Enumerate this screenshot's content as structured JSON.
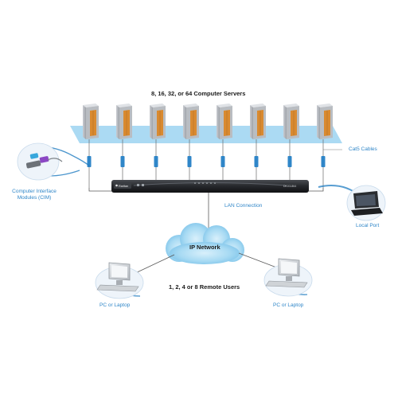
{
  "labels": {
    "servers_title": "8, 16, 32, or 64 Computer Servers",
    "cat5_cables": "Cat5 Cables",
    "cim_line1": "Computer Interface",
    "cim_line2": "Modules (CIM)",
    "lan_connection": "LAN Connection",
    "local_port": "Local Port",
    "ip_network": "IP Network",
    "remote_users": "1, 2, 4 or 8 Remote Users",
    "pc_left": "PC or Laptop",
    "pc_right": "PC or Laptop"
  },
  "device": {
    "brand": "Raritan",
    "model": "DKX3-864"
  },
  "server_count": 8,
  "colors": {
    "accent_blue": "#2f86c8",
    "cable_blue": "#7ac3ec",
    "cloud": "#8fcdee",
    "server_orange": "#d98a30",
    "device_dark": "#222428"
  }
}
